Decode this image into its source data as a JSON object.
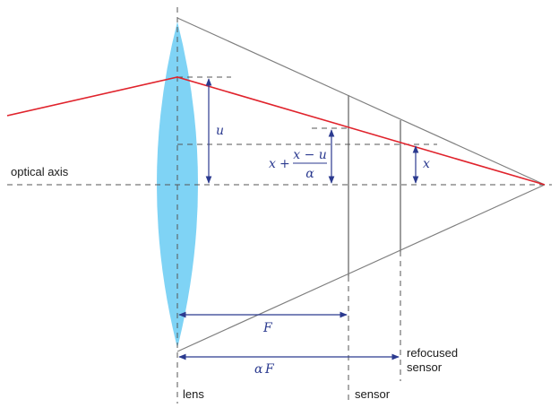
{
  "labels": {
    "optical_axis": "optical axis",
    "lens": "lens",
    "sensor": "sensor",
    "refocused_line1": "refocused",
    "refocused_line2": "sensor"
  },
  "math": {
    "u": "u",
    "x": "x",
    "F": "F",
    "alpha_F_alpha": "α",
    "alpha_F_F": "F",
    "offset_x": "x",
    "offset_plus": "+",
    "offset_num": "x − u",
    "offset_den": "α"
  },
  "colors": {
    "lens_fill": "#7fd3f5",
    "ray": "#e0232c",
    "cone": "#7f7f7f",
    "dashed": "#555555",
    "dimension": "#2b3a8f",
    "text": "#1a1a1a"
  }
}
